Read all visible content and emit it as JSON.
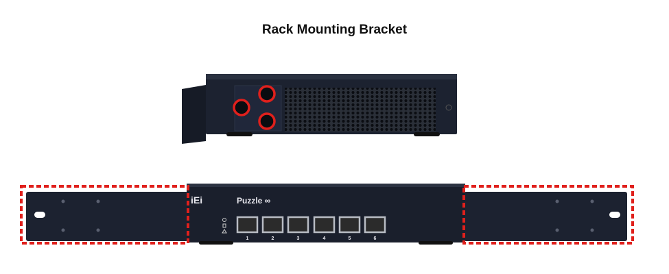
{
  "title": "Rack Mounting Bracket",
  "device": {
    "logo": "iEi",
    "model": "Puzzle ∞",
    "ports": [
      "1",
      "2",
      "3",
      "4",
      "5",
      "6"
    ],
    "status_icons": [
      "power-icon",
      "storage-icon",
      "warning-icon"
    ]
  },
  "colors": {
    "chassis": "#1c2230",
    "highlight": "#e0201c"
  }
}
